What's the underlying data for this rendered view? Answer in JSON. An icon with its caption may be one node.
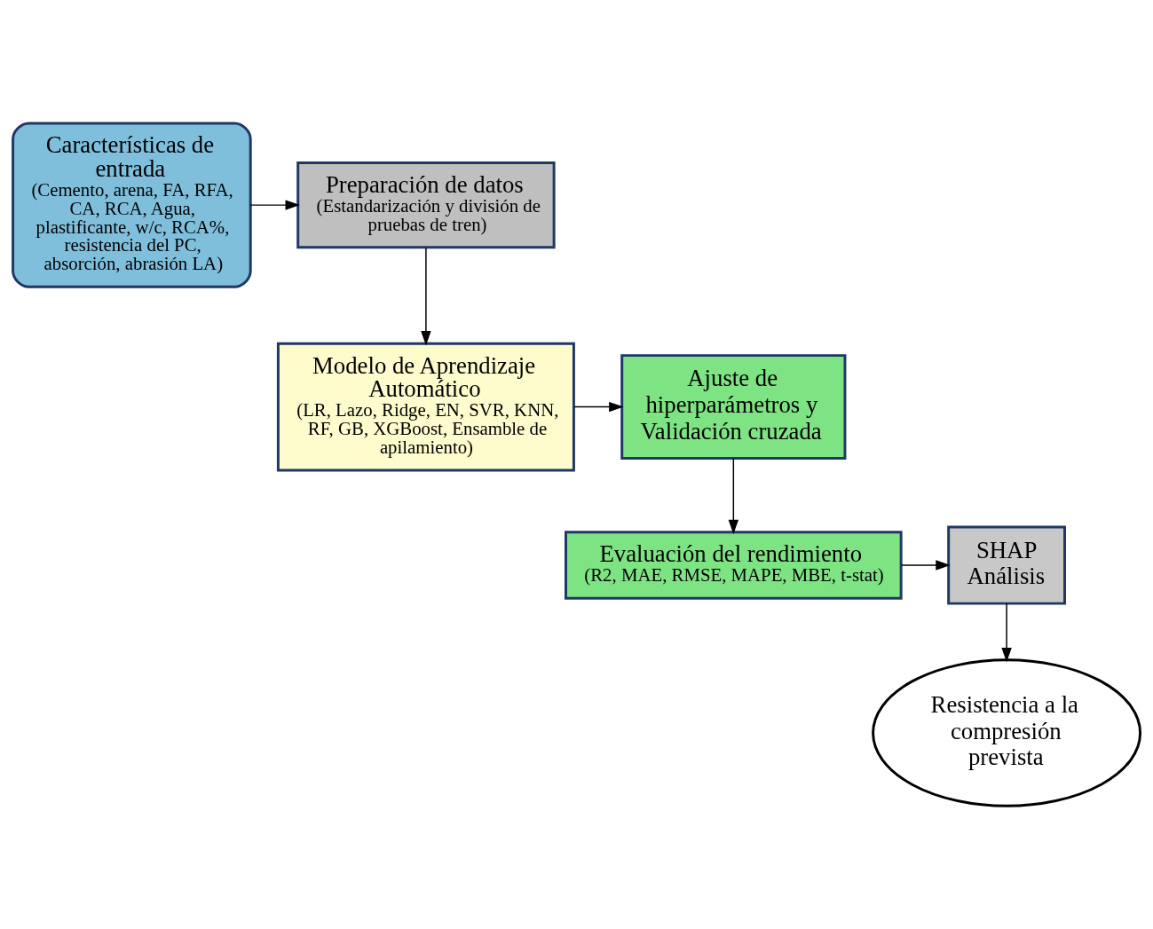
{
  "diagram": {
    "nodes": [
      {
        "text": [
          "Características de entrada",
          "(Cemento, arena, FA, RFA, CA, RCA, Agua, plastificante, w/c, RCA%, resistencia del PC, absorción, abrasión LA)"
        ]
      },
      {
        "text": [
          "Preparación de datos",
          "(Estandarización y división de pruebas de tren)"
        ]
      },
      {
        "text": [
          "Modelo de Aprendizaje Automático",
          "(LR, Lazo, Ridge, EN, SVR, KNN, RF, GB, XGBoost, Ensamble de apilamiento)"
        ]
      },
      {
        "text": [
          "Ajuste de hiperparámetros y Validación cruzada"
        ]
      },
      {
        "text": [
          "Evaluación del rendimiento",
          "(R2, MAE, RMSE, MAPE, MBE, t-stat)"
        ]
      },
      {
        "text": [
          "SHAP Análisis"
        ]
      },
      {
        "text": [
          "Resistencia a la compresión prevista"
        ]
      }
    ],
    "edges": [
      {
        "from": 0,
        "to": 1,
        "arrow": "to"
      },
      {
        "from": 1,
        "to": 2,
        "arrow": "to"
      },
      {
        "from": 2,
        "to": 3,
        "arrow": "to"
      },
      {
        "from": 3,
        "to": 4,
        "arrow": "to"
      },
      {
        "from": 4,
        "to": 5,
        "arrow": "to"
      },
      {
        "from": 5,
        "to": 6,
        "arrow": "to"
      }
    ]
  }
}
